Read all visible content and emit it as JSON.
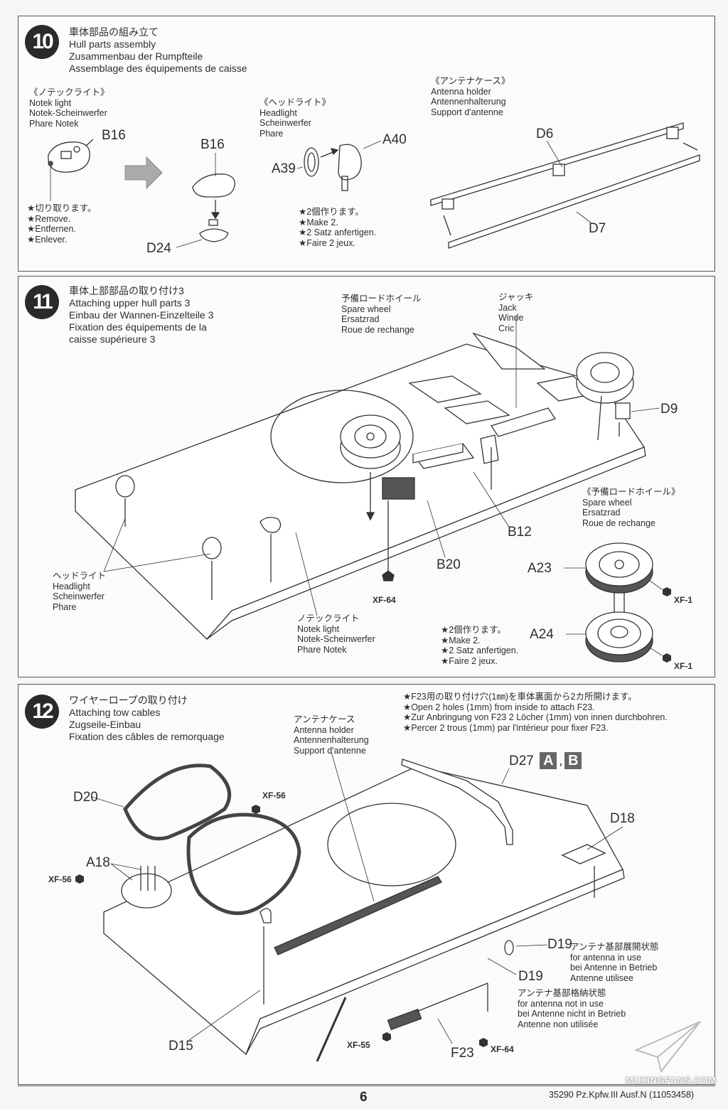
{
  "page": {
    "number": "6",
    "code": "35290  Pz.Kpfw.III Ausf.N (11053458)",
    "watermark": "MUXINGFANS.COM"
  },
  "steps": [
    {
      "number": "10",
      "title": [
        "車体部品の組み立て",
        "Hull parts assembly",
        "Zusammenbau der Rumpfteile",
        "Assemblage des équipements de caisse"
      ],
      "groups": [
        {
          "name": "notek-light",
          "labels": [
            "《ノテックライト》",
            "Notek light",
            "Notek-Scheinwerfer",
            "Phare Notek"
          ]
        },
        {
          "name": "headlight",
          "labels": [
            "《ヘッドライト》",
            "Headlight",
            "Scheinwerfer",
            "Phare"
          ]
        },
        {
          "name": "antenna-holder",
          "labels": [
            "《アンテナケース》",
            "Antenna holder",
            "Antennenhalterung",
            "Support d'antenne"
          ]
        }
      ],
      "notes": [
        {
          "name": "remove-note",
          "lines": [
            "★切り取ります。",
            "★Remove.",
            "★Entfernen.",
            "★Enlever."
          ]
        },
        {
          "name": "make-two-note",
          "lines": [
            "★2個作ります。",
            "★Make 2.",
            "★2 Satz anfertigen.",
            "★Faire 2 jeux."
          ]
        }
      ],
      "parts": [
        "B16",
        "B16",
        "D24",
        "A39",
        "A40",
        "D6",
        "D7"
      ]
    },
    {
      "number": "11",
      "title": [
        "車体上部部品の取り付け3",
        "Attaching upper hull parts 3",
        "Einbau der Wannen-Einzelteile 3",
        "Fixation des équipements de la",
        "caisse supérieure 3"
      ],
      "groups": [
        {
          "name": "spare-wheel-top",
          "labels": [
            "予備ロードホイール",
            "Spare wheel",
            "Ersatzrad",
            "Roue de rechange"
          ]
        },
        {
          "name": "jack",
          "labels": [
            "ジャッキ",
            "Jack",
            "Winde",
            "Cric"
          ]
        },
        {
          "name": "spare-wheel-detail",
          "labels": [
            "《予備ロードホイール》",
            "Spare wheel",
            "Ersatzrad",
            "Roue de rechange"
          ]
        },
        {
          "name": "headlight",
          "labels": [
            "ヘッドライト",
            "Headlight",
            "Scheinwerfer",
            "Phare"
          ]
        },
        {
          "name": "notek-light",
          "labels": [
            "ノテックライト",
            "Notek light",
            "Notek-Scheinwerfer",
            "Phare Notek"
          ]
        }
      ],
      "notes": [
        {
          "name": "make-two-note",
          "lines": [
            "★2個作ります。",
            "★Make 2.",
            "★2 Satz anfertigen.",
            "★Faire 2 jeux."
          ]
        }
      ],
      "parts": [
        "D9",
        "B12",
        "B20",
        "A23",
        "A24"
      ],
      "paints": [
        "XF-64",
        "XF-1",
        "XF-1"
      ]
    },
    {
      "number": "12",
      "title": [
        "ワイヤーロープの取り付け",
        "Attaching tow cables",
        "Zugseile-Einbau",
        "Fixation des câbles de remorquage"
      ],
      "groups": [
        {
          "name": "antenna-holder",
          "labels": [
            "アンテナケース",
            "Antenna holder",
            "Antennenhalterung",
            "Support d'antenne"
          ]
        },
        {
          "name": "antenna-in-use",
          "labels": [
            "アンテナ基部展開状態",
            "for antenna in use",
            "bei Antenne in Betrieb",
            "Antenne utilisee"
          ]
        },
        {
          "name": "antenna-not-in-use",
          "labels": [
            "アンテナ基部格納状態",
            "for antenna not in use",
            "bei Antenne nicht in Betrieb",
            "Antenne non utilisée"
          ]
        }
      ],
      "notes": [
        {
          "name": "drill-holes-note",
          "lines": [
            "★F23用の取り付け穴(1㎜)を車体裏面から2カ所開けます。",
            "★Open 2 holes (1mm) from inside to attach F23.",
            "★Zur Anbringung von F23 2 Löcher (1mm) von innen durchbohren.",
            "★Percer 2 trous (1mm) par l'intérieur pour fixer F23."
          ]
        }
      ],
      "parts": [
        "D20",
        "A18",
        "D27",
        "D18",
        "D19",
        "D19",
        "D15",
        "F23"
      ],
      "variants": [
        "A",
        "B"
      ],
      "variant_sep": ",",
      "paints": [
        "XF-56",
        "XF-56",
        "XF-55",
        "XF-64"
      ]
    }
  ]
}
